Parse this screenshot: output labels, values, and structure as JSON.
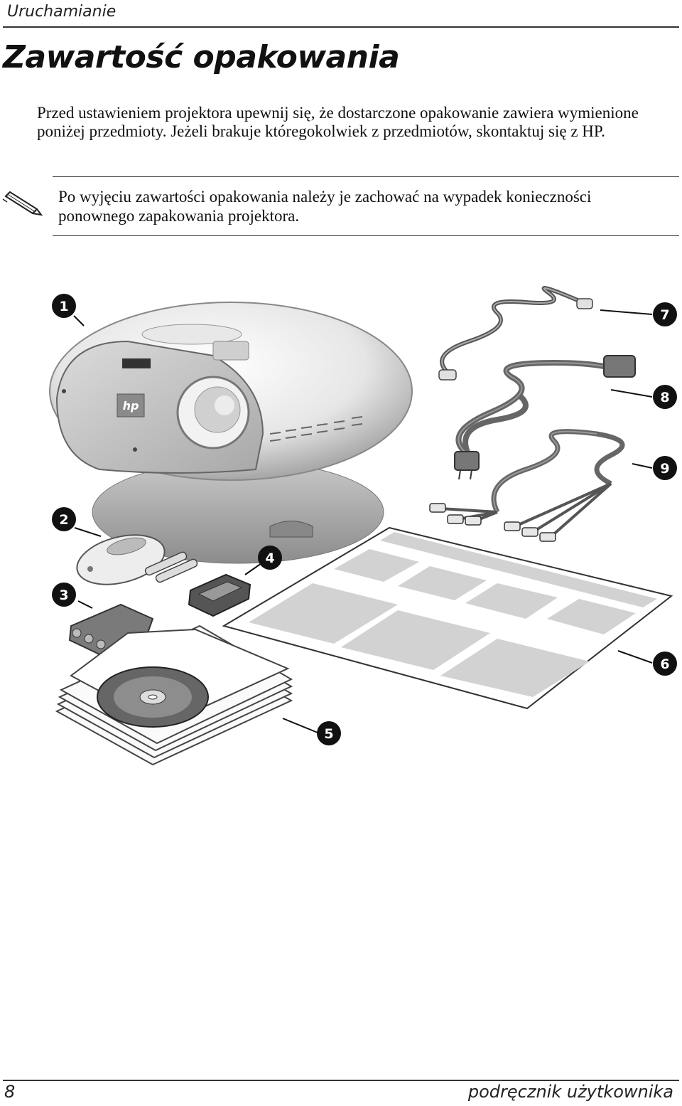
{
  "header": {
    "section": "Uruchamianie"
  },
  "title": "Zawartość opakowania",
  "intro": "Przed ustawieniem projektora upewnij się, że dostarczone opakowanie zawiera wymienione poniżej przedmioty. Jeżeli brakuje któregokolwiek z przedmiotów, skontaktuj się z HP.",
  "note": {
    "icon": "pencil-note-icon",
    "text": "Po wyjęciu zawartości opakowania należy je zachować na wypadek konieczności ponownego zapakowania projektora."
  },
  "callouts": [
    "1",
    "2",
    "3",
    "4",
    "5",
    "6",
    "7",
    "8",
    "9"
  ],
  "illustration": {
    "logo_text": "hp"
  },
  "footer": {
    "page_number": "8",
    "doc_title": "podręcznik użytkownika"
  }
}
